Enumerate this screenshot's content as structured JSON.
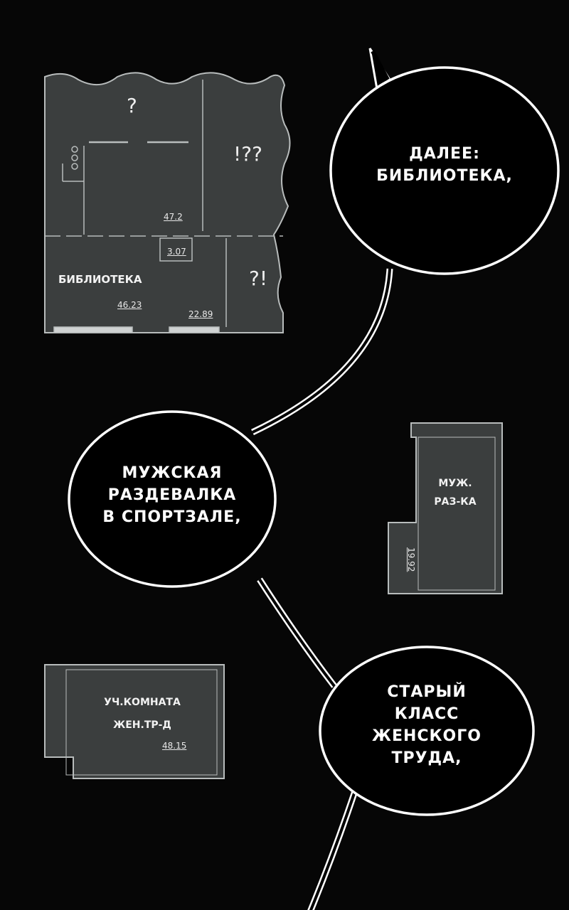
{
  "plans": {
    "library": {
      "label": "БИБЛИОТЕКА",
      "areas": [
        "47.2",
        "3.07",
        "46.23",
        "22.89"
      ],
      "marks": [
        "?",
        "!??",
        "?!"
      ]
    },
    "mens_locker": {
      "label_line1": "МУЖ.",
      "label_line2": "РАЗ-КА",
      "area": "19.92"
    },
    "home_ec": {
      "label_line1": "УЧ.КОМНАТА",
      "label_line2": "ЖЕН.ТР-Д",
      "area": "48.15"
    }
  },
  "bubbles": [
    {
      "lines": [
        "ДАЛЕЕ:",
        "БИБЛИОТЕКА,"
      ]
    },
    {
      "lines": [
        "МУЖСКАЯ",
        "РАЗДЕВАЛКА",
        "В СПОРТЗАЛЕ,"
      ]
    },
    {
      "lines": [
        "СТАРЫЙ",
        "КЛАСС",
        "ЖЕНСКОГО",
        "ТРУДА,"
      ]
    }
  ],
  "colors": {
    "background": "#060606",
    "plan_fill": "#3b3e3e",
    "plan_line": "#b8bcbc",
    "bubble": "#000000",
    "bubble_outline": "#ffffff"
  }
}
